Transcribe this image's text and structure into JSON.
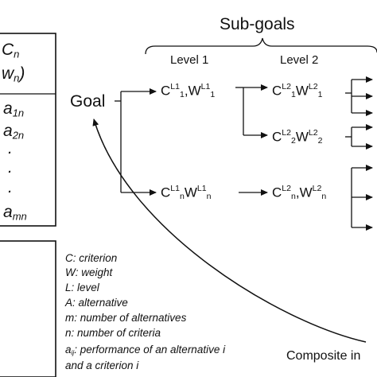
{
  "matrix": {
    "header_c": "C",
    "header_c_sub": "n",
    "header_w": "w",
    "header_w_sub": "n",
    "header_paren": ")",
    "rows": [
      {
        "base": "a",
        "sub": "1n"
      },
      {
        "base": "a",
        "sub": "2n"
      },
      {
        "base": ".",
        "sub": ""
      },
      {
        "base": ".",
        "sub": ""
      },
      {
        "base": ".",
        "sub": ""
      },
      {
        "base": "a",
        "sub": "mn"
      }
    ]
  },
  "subgoals": {
    "title": "Sub-goals",
    "level1": "Level 1",
    "level2": "Level 2"
  },
  "goal": "Goal",
  "nodes": {
    "l1_top": {
      "c": "C",
      "c_sup": "L1",
      "c_sub": "1",
      "w": "W",
      "w_sup": "L1",
      "w_sub": "1",
      "sep": ","
    },
    "l1_bottom": {
      "c": "C",
      "c_sup": "L1",
      "c_sub": "n",
      "w": "W",
      "w_sup": "L1",
      "w_sub": "n",
      "sep": ""
    },
    "l2_a": {
      "c": "C",
      "c_sup": "L2",
      "c_sub": "1",
      "w": "W",
      "w_sup": "L2",
      "w_sub": "1"
    },
    "l2_b": {
      "c": "C",
      "c_sup": "L2",
      "c_sub": "2",
      "w": "W",
      "w_sup": "L2",
      "w_sub": "2"
    },
    "l2_c": {
      "c": "C",
      "c_sup": "L2",
      "c_sub": "n",
      "w": "W",
      "w_sup": "L2",
      "w_sub": "n",
      "sep": ","
    }
  },
  "legend": [
    {
      "text": "C: criterion"
    },
    {
      "text": "W: weight"
    },
    {
      "text": "L: level"
    },
    {
      "text": "A: alternative"
    },
    {
      "text": "m: number of alternatives"
    },
    {
      "text": "n: number of criteria"
    },
    {
      "text_pre": "a",
      "text_sub": "ij",
      "text_post": ": performance of an alternative i"
    },
    {
      "text": "and a criterion i"
    }
  ],
  "composite_label": "Composite in",
  "colors": {
    "stroke": "#111111",
    "text": "#111111"
  }
}
